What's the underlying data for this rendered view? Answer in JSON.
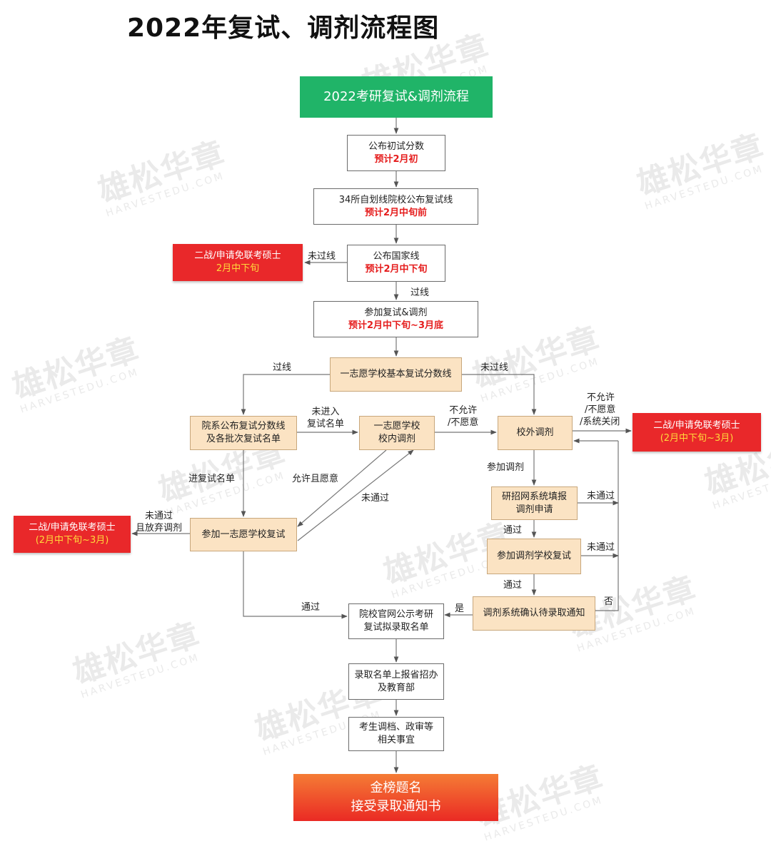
{
  "title": "2022年复试、调剂流程图",
  "watermark": {
    "brand": "雄松华章",
    "url": "HARVESTEDU.COM"
  },
  "nodes": {
    "start": "2022考研复试&调剂流程",
    "publish_scores": {
      "line1": "公布初试分数",
      "line2": "预计2月初"
    },
    "self_line": {
      "line1": "34所自划线院校公布复试线",
      "line2": "预计2月中旬前"
    },
    "national_line": {
      "line1": "公布国家线",
      "line2": "预计2月中下旬"
    },
    "second_try_top": {
      "line1": "二战/申请免联考硕士",
      "line2": "2月中下旬"
    },
    "attend_retest": {
      "line1": "参加复试&调剂",
      "line2": "预计2月中下旬~3月底"
    },
    "first_choice_line": "一志愿学校基本复试分数线",
    "dept_publish": {
      "line1": "院系公布复试分数线",
      "line2": "及各批次复试名单"
    },
    "internal_adjust": {
      "line1": "一志愿学校",
      "line2": "校内调剂"
    },
    "external_adjust": "校外调剂",
    "second_try_right": {
      "line1": "二战/申请免联考硕士",
      "line2": "(2月中下旬~3月)"
    },
    "system_fill": {
      "line1": "研招网系统填报",
      "line2": "调剂申请"
    },
    "adjust_retest": "参加调剂学校复试",
    "confirm_admission": "调剂系统确认待录取通知",
    "first_retest": "参加一志愿学校复试",
    "second_try_left": {
      "line1": "二战/申请免联考硕士",
      "line2": "(2月中下旬~3月)"
    },
    "publicize": {
      "line1": "院校官网公示考研",
      "line2": "复试拟录取名单"
    },
    "report": {
      "line1": "录取名单上报省招办",
      "line2": "及教育部"
    },
    "archive": {
      "line1": "考生调档、政审等",
      "line2": "相关事宜"
    },
    "final": {
      "line1": "金榜题名",
      "line2": "接受录取通知书"
    }
  },
  "labels": {
    "not_pass_1": "未过线",
    "pass_1": "过线",
    "pass_2": "过线",
    "not_pass_2": "未过线",
    "not_in_list": {
      "line1": "未进入",
      "line2": "复试名单"
    },
    "not_allowed_1": {
      "line1": "不允许",
      "line2": "/不愿意"
    },
    "not_allowed_2": {
      "line1": "不允许",
      "line2": "/不愿意",
      "line3": "/系统关闭"
    },
    "join_adjust": "参加调剂",
    "in_list": "进复试名单",
    "allow_willing": "允许且愿意",
    "not_passed_mid": "未通过",
    "not_passed_right_1": "未通过",
    "not_passed_right_2": "未通过",
    "passed_1": "通过",
    "passed_2": "通过",
    "passed_3": "通过",
    "yes": "是",
    "no": "否",
    "give_up": {
      "line1": "未通过",
      "line2": "且放弃调剂"
    }
  },
  "colors": {
    "green": "#20b468",
    "beige": "#fbe3c3",
    "red": "#e9282a",
    "highlight": "#e51d1d",
    "orange_gradient": [
      "#f57c35",
      "#ea2a24"
    ]
  }
}
